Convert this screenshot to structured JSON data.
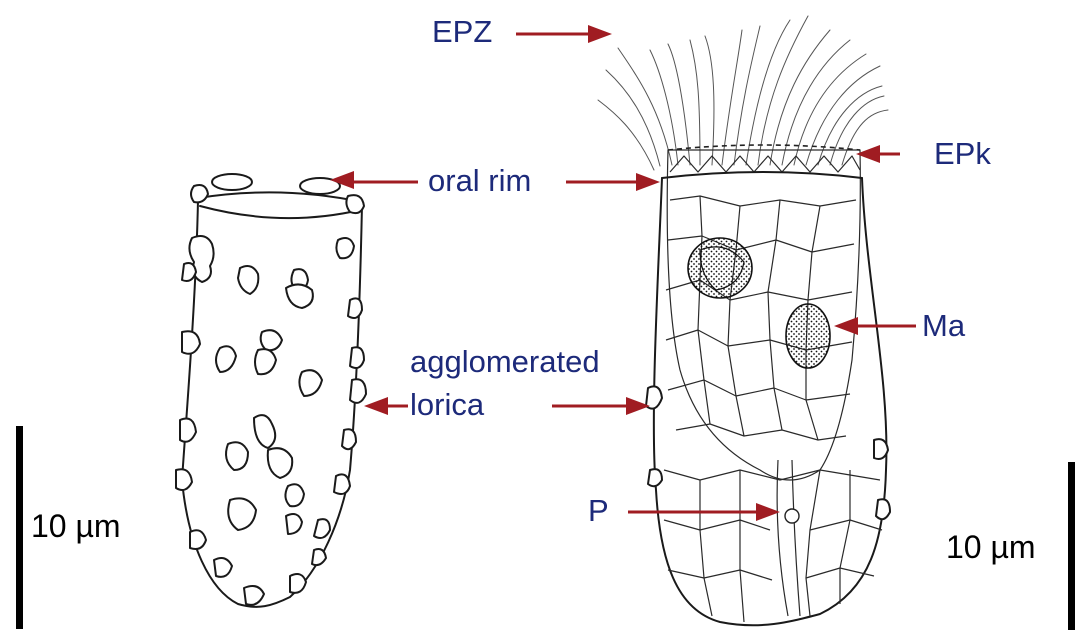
{
  "labels": {
    "epz": "EPZ",
    "epk": "EPk",
    "oral_rim": "oral rim",
    "agglomerated": "agglomerated",
    "lorica": "lorica",
    "ma": "Ma",
    "p": "P"
  },
  "scale_bars": {
    "left": "10 µm",
    "right": "10 µm"
  },
  "colors": {
    "label_text": "#1d2a7a",
    "arrow": "#a01c22",
    "outline": "#1a1a1a"
  }
}
